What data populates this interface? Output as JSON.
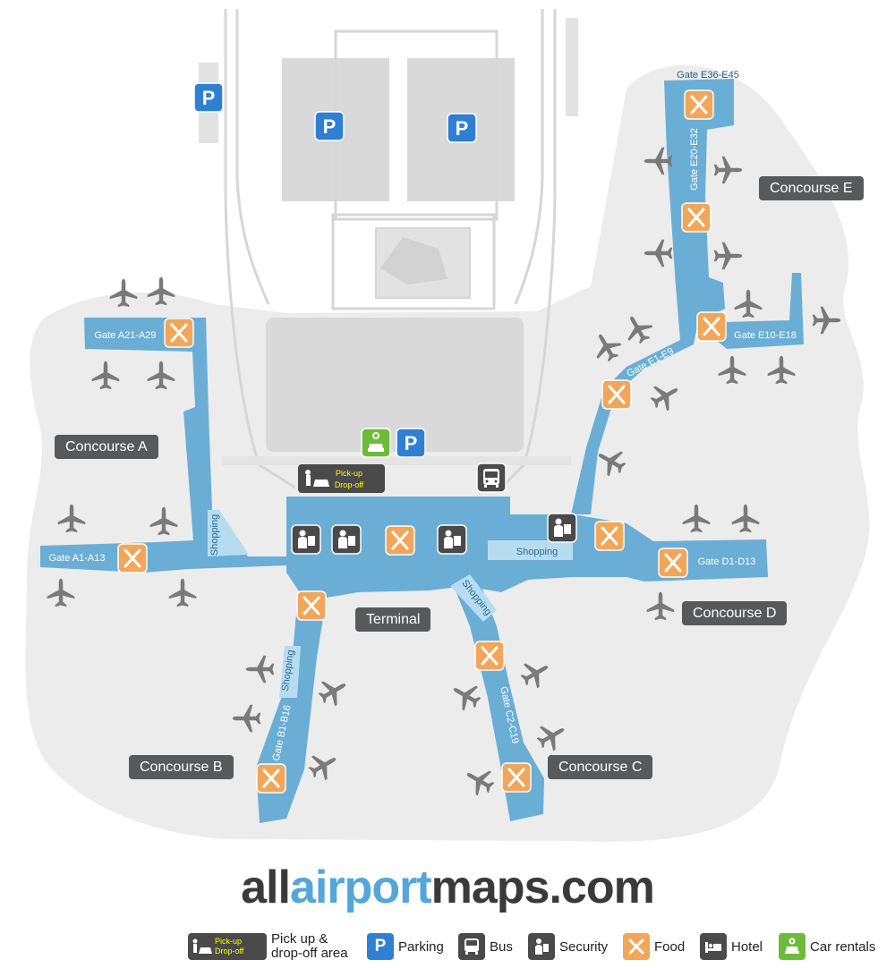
{
  "map": {
    "areas": {
      "concourse_a": "Concourse A",
      "concourse_b": "Concourse B",
      "concourse_c": "Concourse C",
      "concourse_d": "Concourse D",
      "concourse_e": "Concourse E",
      "terminal": "Terminal"
    },
    "gates": {
      "a_upper": "Gate A21-A29",
      "a_lower": "Gate A1-A13",
      "b": "Gate B1-B16",
      "c": "Gate C2-C19",
      "d": "Gate D1-D13",
      "e_top": "Gate E36-E45",
      "e_mid": "Gate E20-E32",
      "e_right": "Gate E10-E18",
      "e_low": "Gate E1-E9"
    },
    "shopping": {
      "a": "Shopping",
      "b": "Shopping",
      "c": "Shopping",
      "d": "Shopping"
    },
    "pickup": {
      "line1": "Pick-up",
      "line2": "Drop-off"
    }
  },
  "brand": {
    "part1": "all",
    "part2": "airport",
    "part3": "maps.com"
  },
  "legend": {
    "pickup_line1": "Pick-up",
    "pickup_line2": "Drop-off",
    "pickup_label1": "Pick up &",
    "pickup_label2": "drop-off area",
    "parking": "Parking",
    "bus": "Bus",
    "security": "Security",
    "food": "Food",
    "hotel": "Hotel",
    "car_rentals": "Car rentals",
    "parking_glyph": "P"
  },
  "icons": [
    "parking-icon",
    "food-icon",
    "security-icon",
    "bus-icon",
    "car-rental-icon",
    "pickup-dropoff-icon",
    "hotel-icon",
    "airplane-icon"
  ],
  "colors": {
    "terminal_blue": "#6aaed6",
    "shopping": "#b7dcf0",
    "ground": "#ececec",
    "building": "#d9d9d9",
    "food": "#f2a65a",
    "parking": "#2f7fd3",
    "dark_icon": "#4a4a4a",
    "car_rental": "#6dbb3a",
    "label_bg": "#58595b",
    "highlight": "#ffff00"
  }
}
